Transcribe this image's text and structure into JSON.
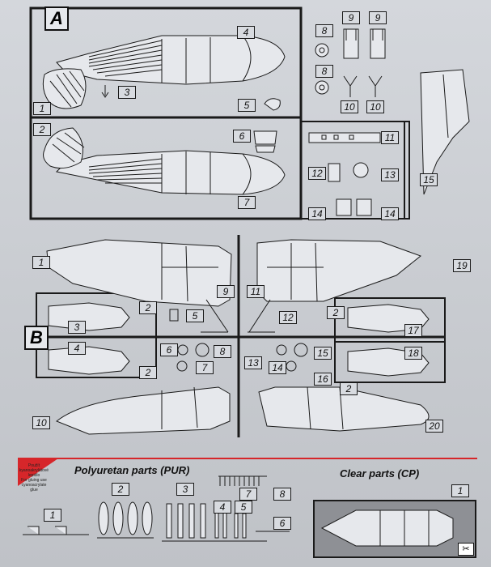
{
  "sections": {
    "a_letter": "A",
    "b_letter": "B"
  },
  "headings": {
    "pur": "Polyuretan parts (PUR)",
    "clear": "Clear parts (CP)"
  },
  "note": {
    "czech": "Použít kyanoakrylátové lepidlo",
    "english": "For gluing use cyanoacrylate glue"
  },
  "labels": {
    "a1": "1",
    "a2": "2",
    "a3": "3",
    "a4": "4",
    "a5": "5",
    "a6": "6",
    "a7": "7",
    "a8top": "8",
    "a8bot": "8",
    "a9a": "9",
    "a9b": "9",
    "a10a": "10",
    "a10b": "10",
    "a11": "11",
    "a12": "12",
    "a13": "13",
    "a14a": "14",
    "a14b": "14",
    "a15": "15",
    "b1": "1",
    "b19": "19",
    "b9": "9",
    "b11": "11",
    "b2a": "2",
    "b2b": "2",
    "b2c": "2",
    "b2d": "2",
    "b3": "3",
    "b4": "4",
    "b5": "5",
    "b6": "6",
    "b7": "7",
    "b8": "8",
    "b12": "12",
    "b13": "13",
    "b14": "14",
    "b15": "15",
    "b16": "16",
    "b17": "17",
    "b18": "18",
    "b10": "10",
    "b20": "20",
    "p1": "1",
    "p2": "2",
    "p3": "3",
    "p4": "4",
    "p5": "5",
    "p6": "6",
    "p7": "7",
    "p8": "8",
    "c1": "1"
  },
  "colors": {
    "ink": "#1a1a1a",
    "accent": "#d6262a",
    "sheet": "#cfd2d7",
    "frame_gray": "#8e9095"
  }
}
